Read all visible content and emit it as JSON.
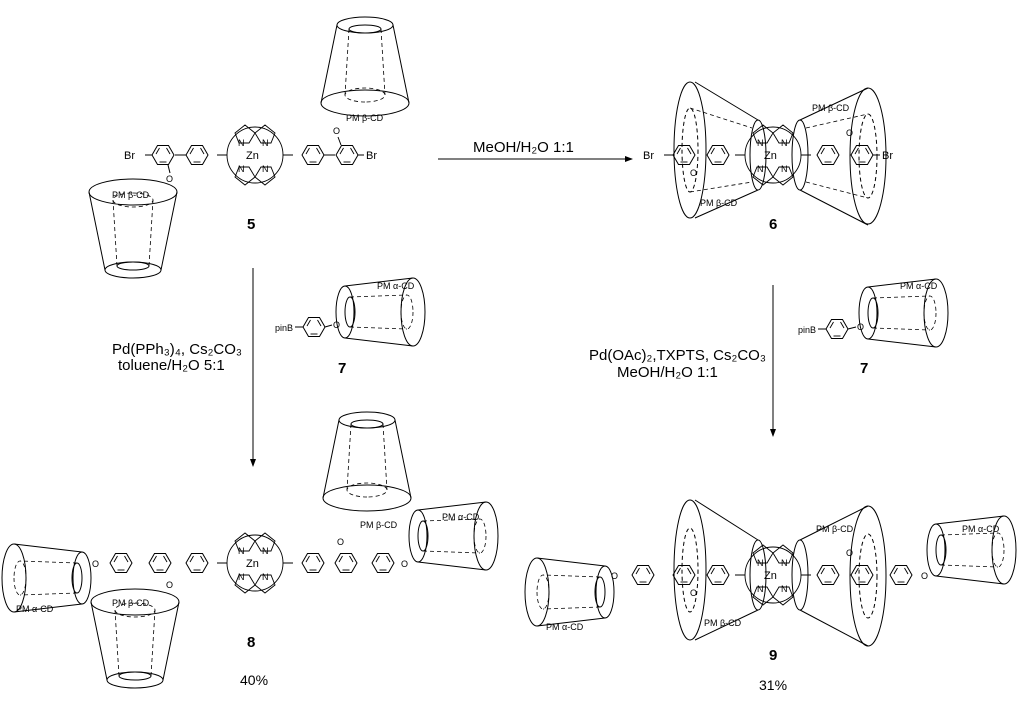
{
  "compounds": {
    "c5": {
      "number": "5",
      "br_left": "Br",
      "br_right": "Br",
      "zn": "Zn",
      "n": "N",
      "o": "O",
      "cd": "PM β-CD"
    },
    "c6": {
      "number": "6",
      "br_left": "Br",
      "br_right": "Br",
      "zn": "Zn",
      "n": "N",
      "o": "O",
      "cd": "PM β-CD"
    },
    "c7a": {
      "number": "7",
      "pinb": "pinB",
      "o": "O",
      "cd": "PM α-CD"
    },
    "c7b": {
      "number": "7",
      "pinb": "pinB",
      "o": "O",
      "cd": "PM α-CD"
    },
    "c8": {
      "number": "8",
      "yield": "40%",
      "zn": "Zn",
      "n": "N",
      "o": "O",
      "cd_beta": "PM β-CD",
      "cd_alpha": "PM α-CD"
    },
    "c9": {
      "number": "9",
      "yield": "31%",
      "zn": "Zn",
      "n": "N",
      "o": "O",
      "cd_beta": "PM β-CD",
      "cd_alpha": "PM α-CD"
    }
  },
  "conditions": {
    "top": "MeOH/H₂O 1:1",
    "left_l1": "Pd(PPh₃)₄, Cs₂CO₃",
    "left_l2": "toluene/H₂O 5:1",
    "right_l1": "Pd(OAc)₂,TXPTS, Cs₂CO₃",
    "right_l2": "MeOH/H₂O 1:1"
  }
}
